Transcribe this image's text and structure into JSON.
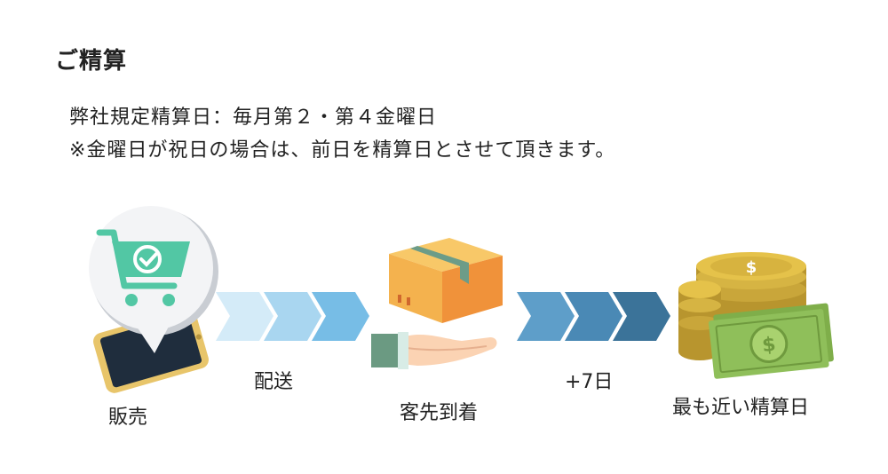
{
  "heading": "ご精算",
  "notes": [
    "弊社規定精算日：毎月第２・第４金曜日",
    "※金曜日が祝日の場合は、前日を精算日とさせて頂きます。"
  ],
  "flow": {
    "steps": [
      {
        "label": "販売",
        "icon": "phone-cart-icon"
      },
      {
        "label": "客先到着",
        "icon": "box-on-hand-icon"
      },
      {
        "label": "最も近い精算日",
        "icon": "coins-and-cash-icon"
      }
    ],
    "transitions": [
      {
        "label": "配送",
        "colors": [
          "#d4ebf8",
          "#a9d6f0",
          "#77bde6"
        ]
      },
      {
        "label": "+7日",
        "colors": [
          "#5e9ec9",
          "#4a89b5",
          "#3b7399"
        ]
      }
    ]
  },
  "colors": {
    "cart": "#52c7a4",
    "box": "#f4b24e",
    "coin": "#e5c24a",
    "cash": "#8fbf5a"
  }
}
